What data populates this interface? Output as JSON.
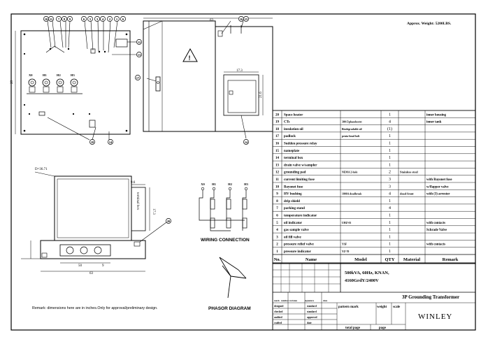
{
  "approx_weight": "Approx. Weight: 5200LBS.",
  "front_view": {
    "callouts_top": [
      "10",
      "11",
      "7",
      "8",
      "9",
      "6",
      "5",
      "3",
      "4",
      "2",
      "1",
      "6"
    ],
    "callouts_right": [
      "12",
      "13"
    ],
    "callouts_bottom": [
      "18",
      "14"
    ],
    "bushing_labels": [
      "X0",
      "H1",
      "H2",
      "H3"
    ]
  },
  "side_view": {
    "callouts": [
      "16",
      "15",
      "17",
      "14"
    ],
    "dim_width": "63",
    "dim_panel": "17.3",
    "dim_height": "21.6",
    "dim_left": "28"
  },
  "top_view": {
    "label_top": "D=36.71",
    "terminal_box": "terminal box",
    "dim_tb": "9.6",
    "dim_tb_h": "17.3",
    "callout": "20",
    "dim_bottom": "50",
    "dim_center": "9",
    "dim_total": "63"
  },
  "wiring": {
    "title": "WIRING CONNECTION",
    "terminals": [
      "X0",
      "H1",
      "H2",
      "H3"
    ]
  },
  "phasor": {
    "title": "PHASOR DIAGRAM"
  },
  "remark": "Remark: dimensions here are in inches.Only for approval/preliminary design.",
  "bom": {
    "headers": [
      "No.",
      "Name",
      "Model",
      "QTY",
      "Material",
      "Remark"
    ],
    "rows": [
      {
        "no": "20",
        "name": "Space heater",
        "model": "",
        "qty": "1",
        "material": "",
        "remark": "inner housing"
      },
      {
        "no": "19",
        "name": "CTs",
        "model": "300:5/phasebestrc",
        "qty": "4",
        "material": "",
        "remark": "inner tank"
      },
      {
        "no": "18",
        "name": "insulation oil",
        "model": "Biodegradable oil",
        "qty": "(1)",
        "material": "",
        "remark": ""
      },
      {
        "no": "17",
        "name": "padlock",
        "model": "penta-head bolt",
        "qty": "1",
        "material": "",
        "remark": ""
      },
      {
        "no": "16",
        "name": "Sudden pressure relay",
        "model": "",
        "qty": "1",
        "material": "",
        "remark": ""
      },
      {
        "no": "15",
        "name": "nameplate",
        "model": "",
        "qty": "1",
        "material": "",
        "remark": ""
      },
      {
        "no": "14",
        "name": "terminal box",
        "model": "",
        "qty": "1",
        "material": "",
        "remark": ""
      },
      {
        "no": "13",
        "name": "drain valve w/sampler",
        "model": "",
        "qty": "1",
        "material": "",
        "remark": ""
      },
      {
        "no": "12",
        "name": "grounding pad",
        "model": "NEMA 2-hole",
        "qty": "2",
        "material": "Stainless steel",
        "remark": ""
      },
      {
        "no": "11",
        "name": "current limiting fuse",
        "model": "",
        "qty": "3",
        "material": "",
        "remark": "with Bayonet fuse"
      },
      {
        "no": "10",
        "name": "Bayonet fuse",
        "model": "",
        "qty": "3",
        "material": "",
        "remark": "w/flapper valve"
      },
      {
        "no": "9",
        "name": "HV bushing",
        "model": "1000A deadbreak",
        "qty": "4",
        "material": "dead front",
        "remark": "with (3) arrester"
      },
      {
        "no": "8",
        "name": "drip shield",
        "model": "",
        "qty": "1",
        "material": "",
        "remark": ""
      },
      {
        "no": "7",
        "name": "parking stand",
        "model": "",
        "qty": "4",
        "material": "",
        "remark": ""
      },
      {
        "no": "6",
        "name": "temperature indicator",
        "model": "",
        "qty": "1",
        "material": "",
        "remark": ""
      },
      {
        "no": "5",
        "name": "oil indicator",
        "model": "UHZ-01",
        "qty": "1",
        "material": "",
        "remark": "with contacts"
      },
      {
        "no": "4",
        "name": "gas sample valve",
        "model": "",
        "qty": "1",
        "material": "",
        "remark": "Schrade Valve"
      },
      {
        "no": "3",
        "name": "oil fill valve",
        "model": "",
        "qty": "1",
        "material": "",
        "remark": ""
      },
      {
        "no": "2",
        "name": "pressure relief valve",
        "model": "YSF",
        "qty": "1",
        "material": "",
        "remark": "with contacts"
      },
      {
        "no": "1",
        "name": "pressure indicator",
        "model": "YZ-70",
        "qty": "1",
        "material": "",
        "remark": ""
      }
    ]
  },
  "spec": {
    "line1": "500kVA, 60Hz, KNAN,",
    "line2": "4160GrdY/2400V"
  },
  "title_block": {
    "product": "3P Grounding Transformer",
    "company": "WINLEY",
    "col_heads": [
      "mark",
      "number",
      "revision",
      "signature",
      "date"
    ],
    "roles": [
      "designed",
      "checked",
      "audited",
      "crafted"
    ],
    "roles2": [
      "standard",
      "standard",
      "approved",
      "date"
    ],
    "pattern_mark": "pattern mark",
    "weight": "weight",
    "scale": "scale",
    "total_page": "total page",
    "page": "page"
  }
}
